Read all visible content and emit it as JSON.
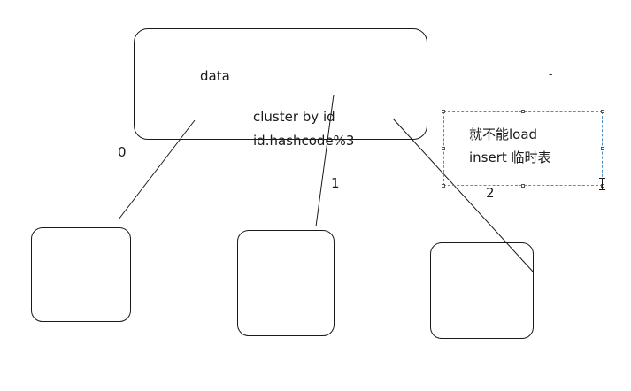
{
  "diagram": {
    "source": {
      "label": "data"
    },
    "rule": {
      "line1": "cluster by id",
      "line2": "id.hashcode%3"
    },
    "buckets": [
      {
        "label": "0"
      },
      {
        "label": "1"
      },
      {
        "label": "2"
      }
    ],
    "note": {
      "line1": "就不能load",
      "line2": "insert 临时表"
    },
    "stray_mark": "-",
    "cursor_icon": "text-ibeam-icon"
  }
}
